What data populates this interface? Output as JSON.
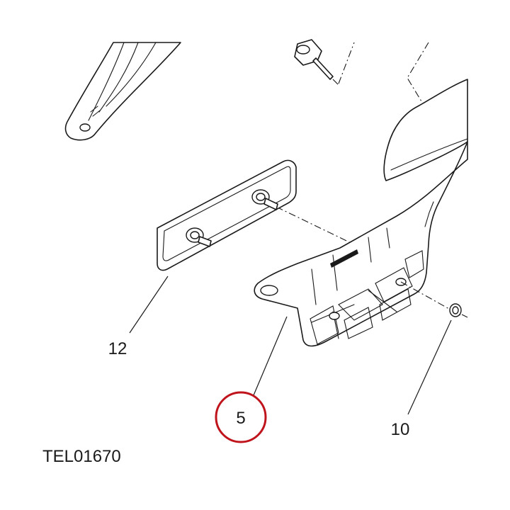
{
  "diagram": {
    "reference_code": "TEL01670",
    "highlight_color": "#c0141c",
    "line_color": "#1a1a1a",
    "callouts": [
      {
        "id": "12",
        "label": "12",
        "part": "rubber pad with studs"
      },
      {
        "id": "5",
        "label": "5",
        "part": "license plate bracket",
        "highlighted": true
      },
      {
        "id": "10",
        "label": "10",
        "part": "washer"
      }
    ]
  }
}
